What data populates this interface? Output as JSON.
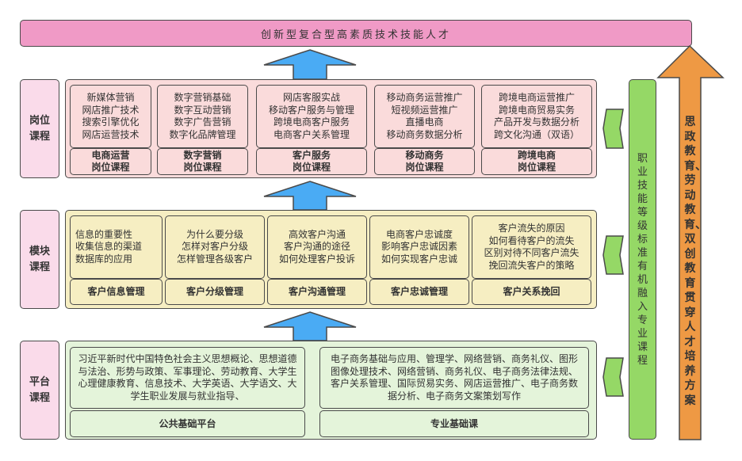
{
  "title": "创新型复合型高素质技术技能人才",
  "colors": {
    "title": "#f09ac6",
    "arrow": "#4aabf4",
    "orange": "#ee9944",
    "green_bar": "#95d866"
  },
  "rows": {
    "post": {
      "label": "岗位课程",
      "items": [
        {
          "content": "新媒体营销\n网店推广技术\n搜索引擎优化\n网店运营技术",
          "name": "电商运营\n岗位课程"
        },
        {
          "content": "数字营销基础\n数字互动营销\n数字广告营销\n数字化品牌管理",
          "name": "数字营销\n岗位课程"
        },
        {
          "content": "网店客服实战\n移动客户服务与管理\n跨境电商客户服务\n电商客户关系管理",
          "name": "客户服务\n岗位课程"
        },
        {
          "content": "移动商务运营推广\n短视频运营推广\n直播电商\n移动商务数据分析",
          "name": "移动商务\n岗位课程"
        },
        {
          "content": "跨境电商运营推广\n跨境电商贸易实务\n产品开发与数据分析\n跨文化沟通（双语）",
          "name": "跨境电商\n岗位课程"
        }
      ]
    },
    "module": {
      "label": "模块课程",
      "items": [
        {
          "content": "信息的重要性\n收集信息的渠道\n数据库的应用",
          "name": "客户信息管理"
        },
        {
          "content": "为什么要分级\n怎样对客户分级\n怎样管理各级客户",
          "name": "客户分级管理"
        },
        {
          "content": "高效客户沟通\n客户沟通的途径\n如何处理客户投诉",
          "name": "客户沟通管理"
        },
        {
          "content": "电商客户忠诚度\n影响客户忠诚因素\n如何实现客户忠诚",
          "name": "客户忠诚管理"
        },
        {
          "content": "客户流失的原因\n如何看待客户的流失\n区别对待不同客户流失\n挽回流失客户的策略",
          "name": "客户关系挽回"
        }
      ]
    },
    "platform": {
      "label": "平台课程",
      "items": [
        {
          "content": "习近平新时代中国特色社会主义思想概论、思想道德与法治、形势与政策、军事理论、劳动教育、大学生心理健康教育、信息技术、大学英语、大学语文、大学生职业发展与就业指导、",
          "name": "公共基础平台"
        },
        {
          "content": "电子商务基础与应用、管理学、网络营销、商务礼仪、图形图像处理技术、网络营销、商务礼仪、电子商务法律法规、客户关系管理、国际贸易实务、网店运营推广、电子商务数据分析、电子商务文案策划写作",
          "name": "专业基础课"
        }
      ]
    }
  },
  "vertical_bar": "职业技能等级标准有机融入专业课程",
  "orange_arrow": "思政教育、劳动教育、双创教育贯穿人才培养方案"
}
